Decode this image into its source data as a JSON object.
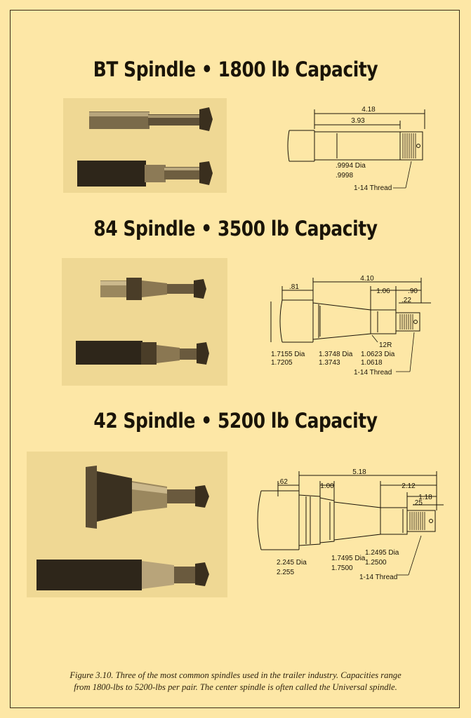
{
  "sections": [
    {
      "title": "BT Spindle • 1800 lb Capacity",
      "dims": {
        "overall": "4.18",
        "inner": "3.93",
        "dia_line1": ".9994 Dia",
        "dia_line2": ".9998",
        "thread": "1-14 Thread"
      }
    },
    {
      "title": "84 Spindle • 3500 lb Capacity",
      "dims": {
        "collar": ".81",
        "overall": "4.10",
        "mid": "1.06",
        "end": ".90",
        "tip": ".22",
        "radius": "12R",
        "dia1_line1": "1.7155 Dia",
        "dia1_line2": "1.7205",
        "dia2_line1": "1.3748 Dia",
        "dia2_line2": "1.3743",
        "dia3_line1": "1.0623 Dia",
        "dia3_line2": "1.0618",
        "thread": "1-14 Thread"
      }
    },
    {
      "title": "42 Spindle • 5200 lb Capacity",
      "dims": {
        "collar": ".62",
        "step": "1.00",
        "overall": "5.18",
        "end": "2.12",
        "end2": "1.18",
        "tip": ".25",
        "dia1_line1": "2.245 Dia",
        "dia1_line2": "2.255",
        "dia2_line1": "1.7495 Dia",
        "dia2_line2": "1.7500",
        "dia3_line1": "1.2495 Dia",
        "dia3_line2": "1.2500",
        "thread": "1-14 Thread"
      }
    }
  ],
  "caption": {
    "line1": "Figure 3.10.  Three of the most common spindles used in the trailer industry.  Capacities range",
    "line2": "from 1800-lbs to 5200-lbs per pair.  The center spindle is often called the Universal spindle."
  }
}
